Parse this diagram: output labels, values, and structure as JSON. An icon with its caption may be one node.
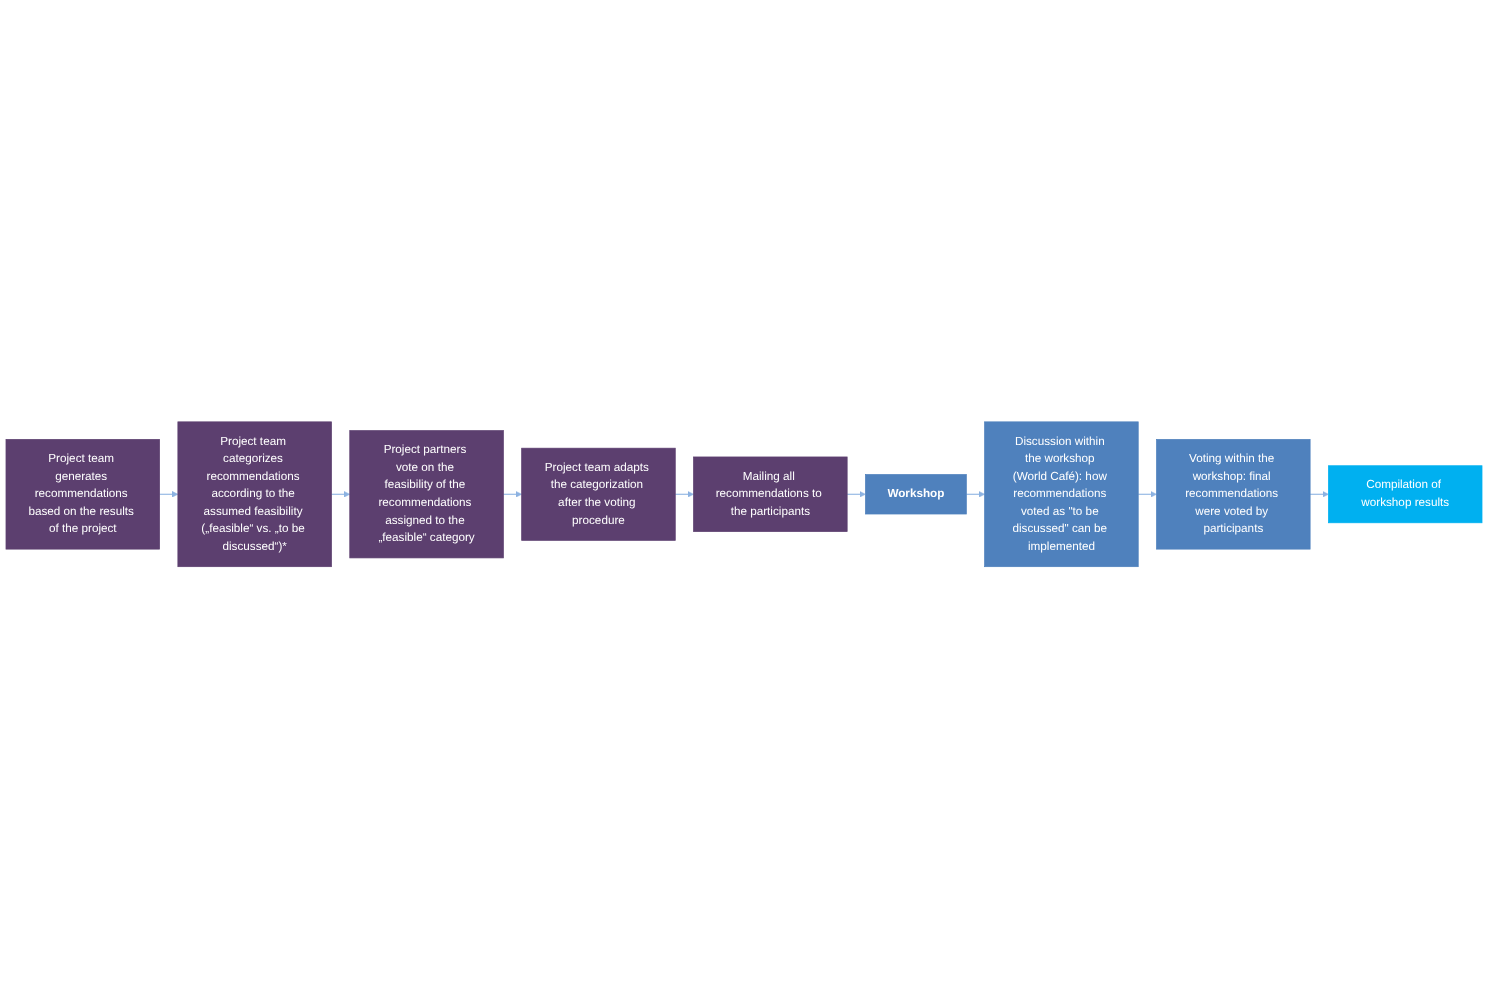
{
  "diagram": {
    "nodes": [
      {
        "text": [
          "Project team generates recommendations based on the results of the project"
        ]
      },
      {
        "text": [
          "Project team categorizes recommendations according to the assumed feasibility („feasible“ vs. „to be discussed“)*"
        ]
      },
      {
        "text": [
          "Project partners vote on the feasibility of the recommendations assigned to the „feasible“ category"
        ]
      },
      {
        "text": [
          "Project team adapts the categorization after the voting procedure"
        ]
      },
      {
        "text": [
          "Mailing all recommendations to the participants"
        ]
      },
      {
        "text": [
          "Workshop"
        ]
      },
      {
        "text": [
          "Discussion within the workshop (World Café): how recommendations voted as \"to be discussed\" can be implemented"
        ]
      },
      {
        "text": [
          "Voting within the workshop: final recommendations were voted by participants"
        ]
      },
      {
        "text": [
          "Compilation of workshop results"
        ]
      }
    ],
    "edges": [
      {
        "from": 0,
        "to": 1,
        "arrow": "to"
      },
      {
        "from": 1,
        "to": 2,
        "arrow": "to"
      },
      {
        "from": 2,
        "to": 3,
        "arrow": "to"
      },
      {
        "from": 3,
        "to": 4,
        "arrow": "to"
      },
      {
        "from": 4,
        "to": 5,
        "arrow": "to"
      },
      {
        "from": 5,
        "to": 6,
        "arrow": "to"
      },
      {
        "from": 6,
        "to": 7,
        "arrow": "to"
      },
      {
        "from": 7,
        "to": 8,
        "arrow": "to"
      }
    ]
  }
}
